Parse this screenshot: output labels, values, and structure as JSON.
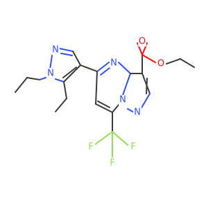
{
  "molecule": {
    "atoms": {
      "n_pz1": "N",
      "n_pz2": "N",
      "n_core1": "N",
      "n_core2": "N",
      "n_core3": "N",
      "o_carbonyl": "O",
      "o_ester": "O",
      "f1": "F",
      "f2": "F",
      "f3": "F"
    },
    "colors": {
      "bond": "#3a3a3a",
      "nitrogen": "#3050f8",
      "oxygen": "#ff0d0d",
      "fluorine": "#90e050"
    }
  }
}
